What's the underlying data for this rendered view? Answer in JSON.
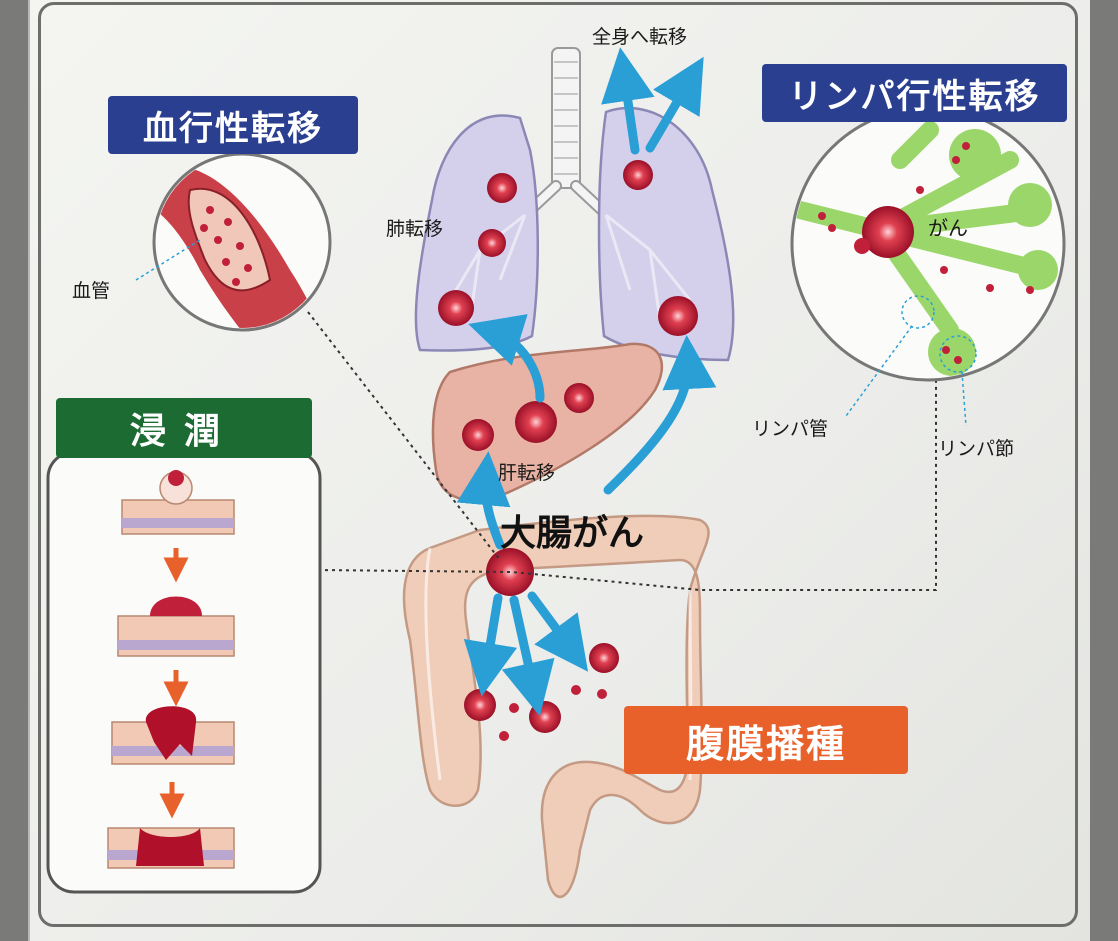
{
  "badges": {
    "blood": "血行性転移",
    "lymph": "リンパ行性転移",
    "invasion": "浸潤",
    "peritoneal": "腹膜播種"
  },
  "labels": {
    "whole_body": "全身へ転移",
    "lung": "肺転移",
    "liver": "肝転移",
    "vessel": "血管",
    "cancer_small": "がん",
    "lymph_duct": "リンパ管",
    "lymph_node": "リンパ節",
    "colorectal": "大腸がん"
  },
  "colors": {
    "blue_badge": "#2a3f8f",
    "green_badge": "#1c6b33",
    "orange_badge": "#e8602a",
    "arrow_blue": "#2a9fd6",
    "tumor": "#c0203a"
  }
}
